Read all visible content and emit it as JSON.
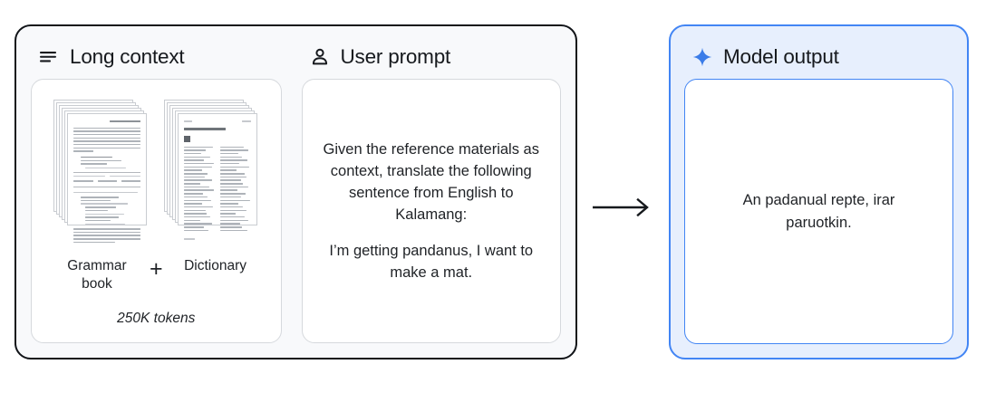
{
  "input_panel": {
    "long_context": {
      "icon": "lines-icon",
      "title": "Long context",
      "stacks": [
        {
          "name": "grammar-book",
          "label": "Grammar book",
          "page_type": "grammar"
        },
        {
          "name": "dictionary",
          "label": "Dictionary",
          "page_type": "dictionary"
        }
      ],
      "plus": "+",
      "tokens": "250K tokens"
    },
    "user_prompt": {
      "icon": "person-icon",
      "title": "User prompt",
      "instruction": "Given the reference materials as context, translate the following sentence from English to Kalamang:",
      "sentence": "I’m getting pandanus, I want to make a mat."
    }
  },
  "arrow": {
    "name": "right-arrow-icon",
    "glyph": "→"
  },
  "output_panel": {
    "icon": "sparkle-icon",
    "title": "Model output",
    "text": "An padanual repte, irar paruotkin."
  },
  "colors": {
    "accent_blue": "#4285f4",
    "panel_blue_bg": "#e7effd",
    "panel_gray_bg": "#f8f9fb",
    "outline_dark": "#111418",
    "card_border": "#d6d9dd",
    "text": "#1f2226"
  }
}
